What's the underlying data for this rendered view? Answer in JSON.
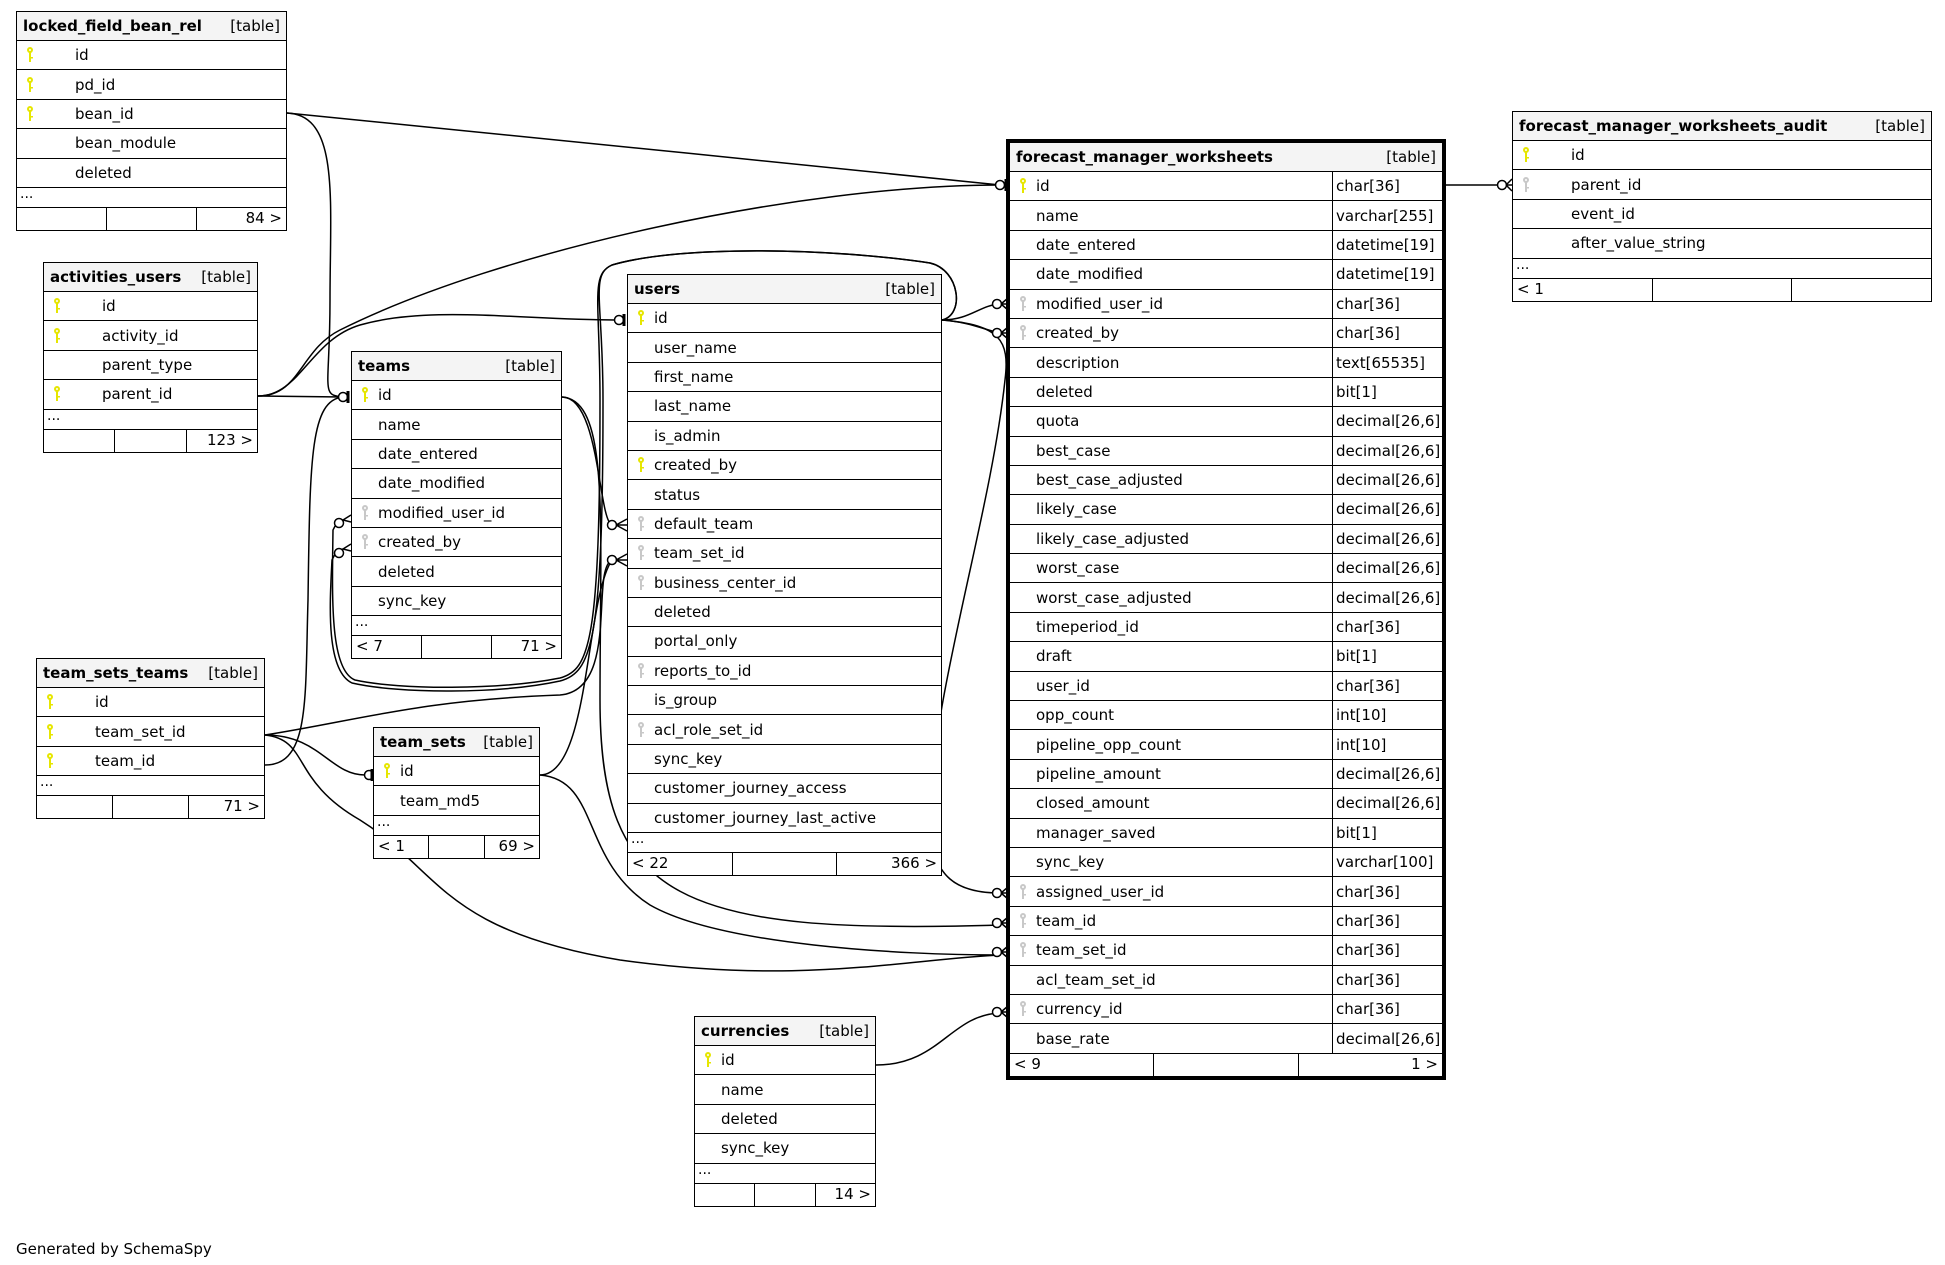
{
  "footer": "Generated by SchemaSpy",
  "colors": {
    "primary_key": "#e6e600",
    "foreign_key": "#c8c8c8",
    "header_bg": "#f4f4f4",
    "line": "#000000"
  },
  "tables": {
    "locked_field_bean_rel": {
      "name": "locked_field_bean_rel",
      "kind": "[table]",
      "columns": [
        {
          "name": "id",
          "key": "pk"
        },
        {
          "name": "pd_id",
          "key": "pk"
        },
        {
          "name": "bean_id",
          "key": "pk"
        },
        {
          "name": "bean_module",
          "key": ""
        },
        {
          "name": "deleted",
          "key": ""
        }
      ],
      "more": "...",
      "footer": [
        "",
        "",
        "84 >"
      ]
    },
    "activities_users": {
      "name": "activities_users",
      "kind": "[table]",
      "columns": [
        {
          "name": "id",
          "key": "pk"
        },
        {
          "name": "activity_id",
          "key": "pk"
        },
        {
          "name": "parent_type",
          "key": ""
        },
        {
          "name": "parent_id",
          "key": "pk"
        }
      ],
      "more": "...",
      "footer": [
        "",
        "",
        "123 >"
      ]
    },
    "teams": {
      "name": "teams",
      "kind": "[table]",
      "columns": [
        {
          "name": "id",
          "key": "pk"
        },
        {
          "name": "name",
          "key": ""
        },
        {
          "name": "date_entered",
          "key": ""
        },
        {
          "name": "date_modified",
          "key": ""
        },
        {
          "name": "modified_user_id",
          "key": "fk"
        },
        {
          "name": "created_by",
          "key": "fk"
        },
        {
          "name": "deleted",
          "key": ""
        },
        {
          "name": "sync_key",
          "key": ""
        }
      ],
      "more": "...",
      "footer": [
        "< 7",
        "",
        "71 >"
      ]
    },
    "team_sets_teams": {
      "name": "team_sets_teams",
      "kind": "[table]",
      "columns": [
        {
          "name": "id",
          "key": "pk"
        },
        {
          "name": "team_set_id",
          "key": "pk"
        },
        {
          "name": "team_id",
          "key": "pk"
        }
      ],
      "more": "...",
      "footer": [
        "",
        "",
        "71 >"
      ]
    },
    "team_sets": {
      "name": "team_sets",
      "kind": "[table]",
      "columns": [
        {
          "name": "id",
          "key": "pk"
        },
        {
          "name": "team_md5",
          "key": ""
        }
      ],
      "more": "...",
      "footer": [
        "< 1",
        "",
        "69 >"
      ]
    },
    "users": {
      "name": "users",
      "kind": "[table]",
      "columns": [
        {
          "name": "id",
          "key": "pk"
        },
        {
          "name": "user_name",
          "key": ""
        },
        {
          "name": "first_name",
          "key": ""
        },
        {
          "name": "last_name",
          "key": ""
        },
        {
          "name": "is_admin",
          "key": ""
        },
        {
          "name": "created_by",
          "key": "pk"
        },
        {
          "name": "status",
          "key": ""
        },
        {
          "name": "default_team",
          "key": "fk"
        },
        {
          "name": "team_set_id",
          "key": "fk"
        },
        {
          "name": "business_center_id",
          "key": "fk"
        },
        {
          "name": "deleted",
          "key": ""
        },
        {
          "name": "portal_only",
          "key": ""
        },
        {
          "name": "reports_to_id",
          "key": "fk"
        },
        {
          "name": "is_group",
          "key": ""
        },
        {
          "name": "acl_role_set_id",
          "key": "fk"
        },
        {
          "name": "sync_key",
          "key": ""
        },
        {
          "name": "customer_journey_access",
          "key": ""
        },
        {
          "name": "customer_journey_last_active",
          "key": ""
        }
      ],
      "more": "...",
      "footer": [
        "< 22",
        "",
        "366 >"
      ]
    },
    "currencies": {
      "name": "currencies",
      "kind": "[table]",
      "columns": [
        {
          "name": "id",
          "key": "pk"
        },
        {
          "name": "name",
          "key": ""
        },
        {
          "name": "deleted",
          "key": ""
        },
        {
          "name": "sync_key",
          "key": ""
        }
      ],
      "more": "...",
      "footer": [
        "",
        "",
        "14 >"
      ]
    },
    "forecast_manager_worksheets": {
      "name": "forecast_manager_worksheets",
      "kind": "[table]",
      "columns": [
        {
          "name": "id",
          "type": "char[36]",
          "key": "pk"
        },
        {
          "name": "name",
          "type": "varchar[255]",
          "key": ""
        },
        {
          "name": "date_entered",
          "type": "datetime[19]",
          "key": ""
        },
        {
          "name": "date_modified",
          "type": "datetime[19]",
          "key": ""
        },
        {
          "name": "modified_user_id",
          "type": "char[36]",
          "key": "fk"
        },
        {
          "name": "created_by",
          "type": "char[36]",
          "key": "fk"
        },
        {
          "name": "description",
          "type": "text[65535]",
          "key": ""
        },
        {
          "name": "deleted",
          "type": "bit[1]",
          "key": ""
        },
        {
          "name": "quota",
          "type": "decimal[26,6]",
          "key": ""
        },
        {
          "name": "best_case",
          "type": "decimal[26,6]",
          "key": ""
        },
        {
          "name": "best_case_adjusted",
          "type": "decimal[26,6]",
          "key": ""
        },
        {
          "name": "likely_case",
          "type": "decimal[26,6]",
          "key": ""
        },
        {
          "name": "likely_case_adjusted",
          "type": "decimal[26,6]",
          "key": ""
        },
        {
          "name": "worst_case",
          "type": "decimal[26,6]",
          "key": ""
        },
        {
          "name": "worst_case_adjusted",
          "type": "decimal[26,6]",
          "key": ""
        },
        {
          "name": "timeperiod_id",
          "type": "char[36]",
          "key": ""
        },
        {
          "name": "draft",
          "type": "bit[1]",
          "key": ""
        },
        {
          "name": "user_id",
          "type": "char[36]",
          "key": ""
        },
        {
          "name": "opp_count",
          "type": "int[10]",
          "key": ""
        },
        {
          "name": "pipeline_opp_count",
          "type": "int[10]",
          "key": ""
        },
        {
          "name": "pipeline_amount",
          "type": "decimal[26,6]",
          "key": ""
        },
        {
          "name": "closed_amount",
          "type": "decimal[26,6]",
          "key": ""
        },
        {
          "name": "manager_saved",
          "type": "bit[1]",
          "key": ""
        },
        {
          "name": "sync_key",
          "type": "varchar[100]",
          "key": ""
        },
        {
          "name": "assigned_user_id",
          "type": "char[36]",
          "key": "fk"
        },
        {
          "name": "team_id",
          "type": "char[36]",
          "key": "fk"
        },
        {
          "name": "team_set_id",
          "type": "char[36]",
          "key": "fk"
        },
        {
          "name": "acl_team_set_id",
          "type": "char[36]",
          "key": ""
        },
        {
          "name": "currency_id",
          "type": "char[36]",
          "key": "fk"
        },
        {
          "name": "base_rate",
          "type": "decimal[26,6]",
          "key": ""
        }
      ],
      "footer": [
        "< 9",
        "",
        "1 >"
      ]
    },
    "forecast_manager_worksheets_audit": {
      "name": "forecast_manager_worksheets_audit",
      "kind": "[table]",
      "columns": [
        {
          "name": "id",
          "key": "pk"
        },
        {
          "name": "parent_id",
          "key": "fk"
        },
        {
          "name": "event_id",
          "key": ""
        },
        {
          "name": "after_value_string",
          "key": ""
        }
      ],
      "more": "...",
      "footer": [
        "< 1",
        "",
        ""
      ]
    }
  },
  "relationships": [
    {
      "from": "locked_field_bean_rel.bean_id",
      "to": "forecast_manager_worksheets.id"
    },
    {
      "from": "locked_field_bean_rel.bean_id",
      "to": "teams.id"
    },
    {
      "from": "activities_users.parent_id",
      "to": "forecast_manager_worksheets.id"
    },
    {
      "from": "activities_users.parent_id",
      "to": "users.id"
    },
    {
      "from": "activities_users.parent_id",
      "to": "teams.id"
    },
    {
      "from": "team_sets_teams.team_id",
      "to": "teams.id"
    },
    {
      "from": "team_sets_teams.team_set_id",
      "to": "team_sets.id"
    },
    {
      "from": "team_sets_teams.team_set_id",
      "to": "users.team_set_id"
    },
    {
      "from": "team_sets_teams.team_set_id",
      "to": "forecast_manager_worksheets.team_set_id"
    },
    {
      "from": "teams.id",
      "to": "users.default_team"
    },
    {
      "from": "teams.id",
      "to": "forecast_manager_worksheets.team_id"
    },
    {
      "from": "team_sets.id",
      "to": "users.team_set_id"
    },
    {
      "from": "team_sets.id",
      "to": "forecast_manager_worksheets.team_set_id"
    },
    {
      "from": "users.id",
      "to": "forecast_manager_worksheets.modified_user_id"
    },
    {
      "from": "users.id",
      "to": "forecast_manager_worksheets.created_by"
    },
    {
      "from": "users.id",
      "to": "forecast_manager_worksheets.assigned_user_id"
    },
    {
      "from": "users.id",
      "to": "teams.modified_user_id"
    },
    {
      "from": "users.id",
      "to": "teams.created_by"
    },
    {
      "from": "currencies.id",
      "to": "forecast_manager_worksheets.currency_id"
    },
    {
      "from": "forecast_manager_worksheets.id",
      "to": "forecast_manager_worksheets_audit.parent_id"
    }
  ]
}
